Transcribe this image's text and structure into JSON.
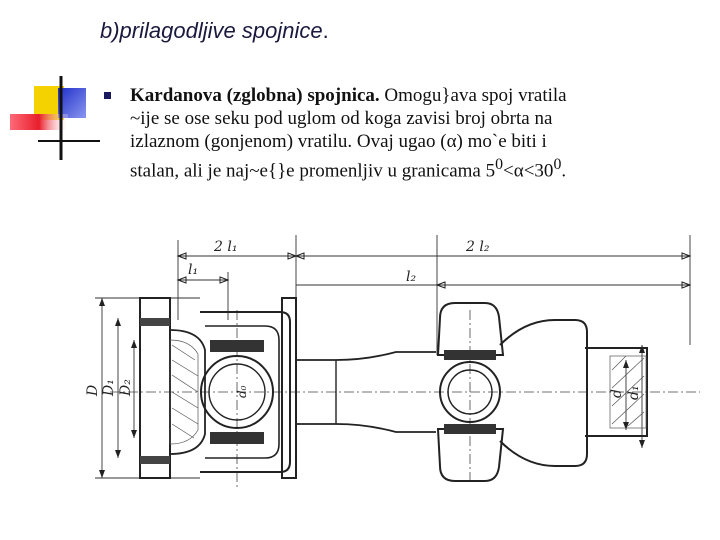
{
  "slide": {
    "title": "b)prilagodljive spojnice",
    "title_punct": ".",
    "bullet": {
      "bold": "Kardanova (zglobna) spojnica.",
      "line1_rest": " Omogu}ava spoj vratila",
      "line2": "~ije se ose seku pod uglom od koga zavisi broj obrta na",
      "line3": "izlaznom (gonjenom) vratilu. Ovaj ugao (α) mo`e biti i",
      "line4_a": "stalan, ali je naj~e{}e promenljiv u granicama 5",
      "sup1": "0",
      "line4_b": "<α<30",
      "sup2": "0",
      "line4_c": "."
    }
  },
  "drawing": {
    "labels": {
      "two_l1": "2 l₁",
      "l1": "l₁",
      "two_l2": "2 l₂",
      "l2": "l₂",
      "D": "D",
      "D1": "D₁",
      "D2": "D₂",
      "d": "d",
      "d1": "d₁",
      "d0": "d₀"
    }
  },
  "colors": {
    "deco_yellow": "#f4d100",
    "deco_red": "#e81e2c",
    "deco_blue": "#2c3ed8",
    "title_color": "#1a1a3e",
    "bullet_color": "#1a1a5e"
  }
}
